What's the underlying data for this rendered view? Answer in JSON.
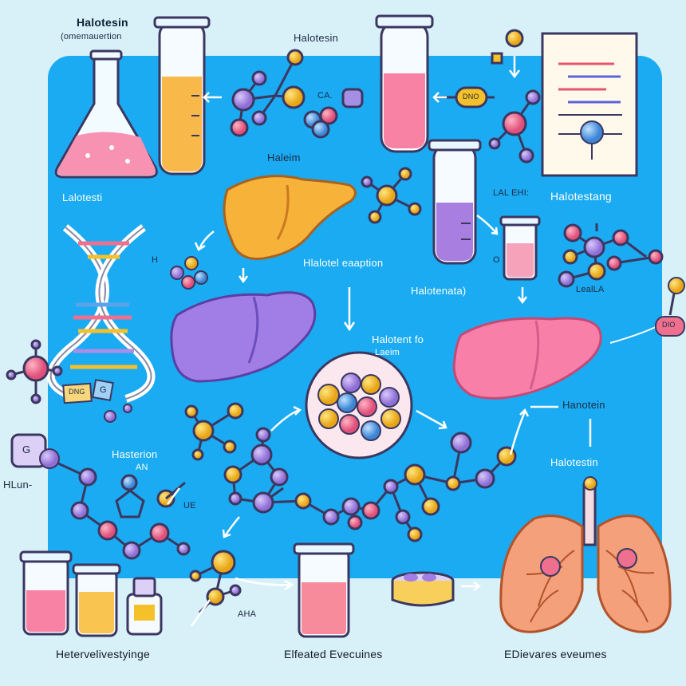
{
  "labels": {
    "top_title": "Halotesin",
    "top_subtitle": "(omemauertion",
    "top_center": "Halotesin",
    "mol_label_ca": "CA.",
    "flask_label": "Lalotesti",
    "liver_top_label": "Haleim",
    "lalehi": "LAL EHI:",
    "right_title": "Halotestang",
    "h_left": "H",
    "reaction": "Hlalotel eaaption",
    "halotenata": "Halotenata)",
    "lealla": "LealLA",
    "o_mark": "O",
    "halotent_fo": "Halotent fo",
    "laeim": "Laeim",
    "hanotein": "Hanotein",
    "halotestin": "Halotestin",
    "hasterion": "Hasterion",
    "an": "AN",
    "hlun": "HLun-",
    "ue": "UE",
    "aha": "AHA",
    "bottom_left": "Hetervelivestyinge",
    "bottom_center": "Elfeated Evecuines",
    "bottom_right": "EDievares eveumes"
  },
  "tags": {
    "dna_tag_1": "DNG",
    "dna_tag_2": "G",
    "mol_tag": "DNO",
    "left_box": "G",
    "right_tag": "DIO"
  },
  "colors": {
    "panel": "#1aabf2",
    "background": "#d8f1f8",
    "liver_orange": "#f7b23a",
    "liver_purple": "#a17ee6",
    "liver_pink": "#f77fa8",
    "lung": "#f4a07a",
    "atom_yellow": "#f5c12a",
    "atom_purple": "#a88ee6",
    "atom_pink": "#ef6f8e",
    "atom_blue": "#5aa3ea"
  }
}
